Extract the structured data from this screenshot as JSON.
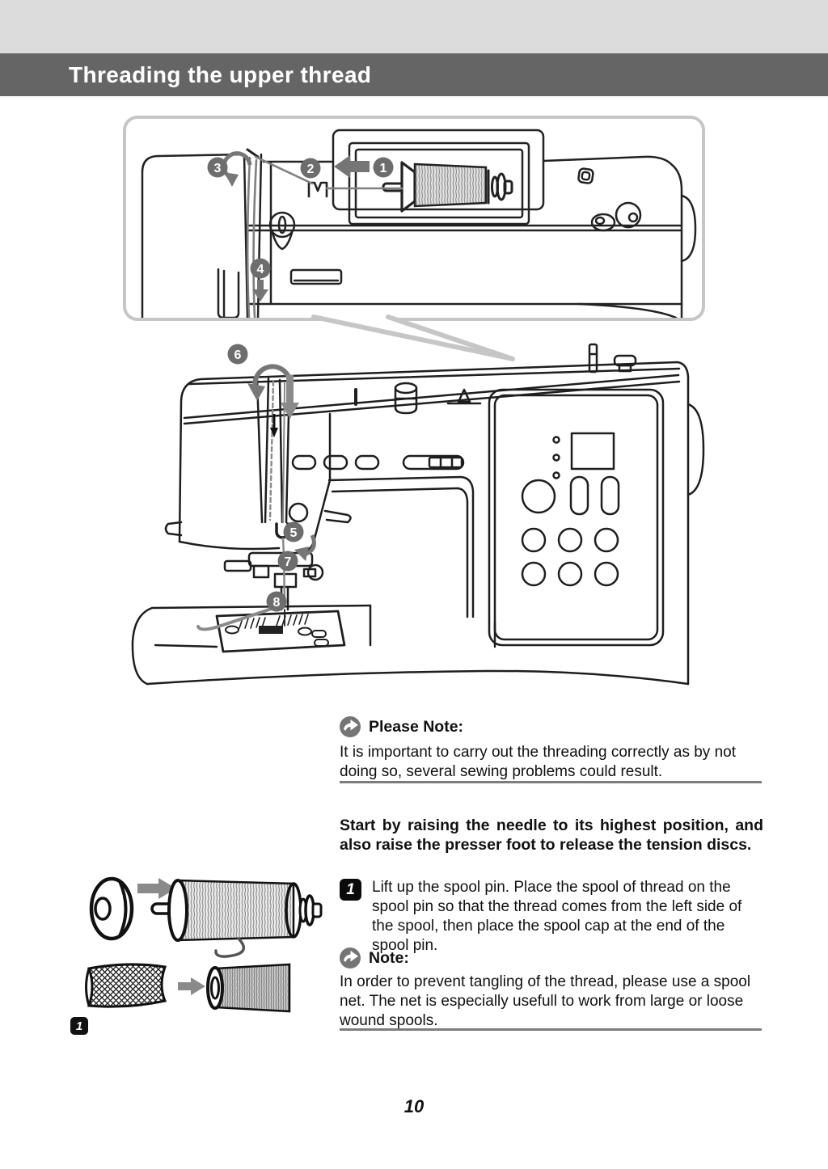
{
  "page": {
    "title": "Threading the upper thread",
    "page_number": "10"
  },
  "sections": {
    "please_note": {
      "heading": "Please Note:",
      "body": "It is important to carry out the threading correctly as by not doing so, several sewing problems could result."
    },
    "instruction": "Start by raising the needle to its highest position, and also raise the presser foot to release the tension discs.",
    "step_1": {
      "number": "1",
      "text": "Lift up the spool pin. Place the spool of thread on the spool pin so that the thread comes from the left side of the spool, then place the spool cap at the end of the spool pin."
    },
    "note": {
      "heading": "Note:",
      "body": "In order to prevent tangling of the thread, please use a spool net. The net is especially usefull to work from large or loose wound spools."
    }
  },
  "figures": {
    "callout_markers": {
      "m1": "1",
      "m2": "2",
      "m3": "3",
      "m4": "4"
    },
    "machine_markers": {
      "m5": "5",
      "m6": "6",
      "m7": "7",
      "m8": "8"
    },
    "spool_badge": "1"
  },
  "colors": {
    "title_bar": "#656565",
    "top_strip": "#dcdcdc",
    "marker_circle": "#6d6d6d",
    "arrow_gray": "#8a8a8a",
    "thread_gray": "#808080",
    "text": "#111111"
  }
}
